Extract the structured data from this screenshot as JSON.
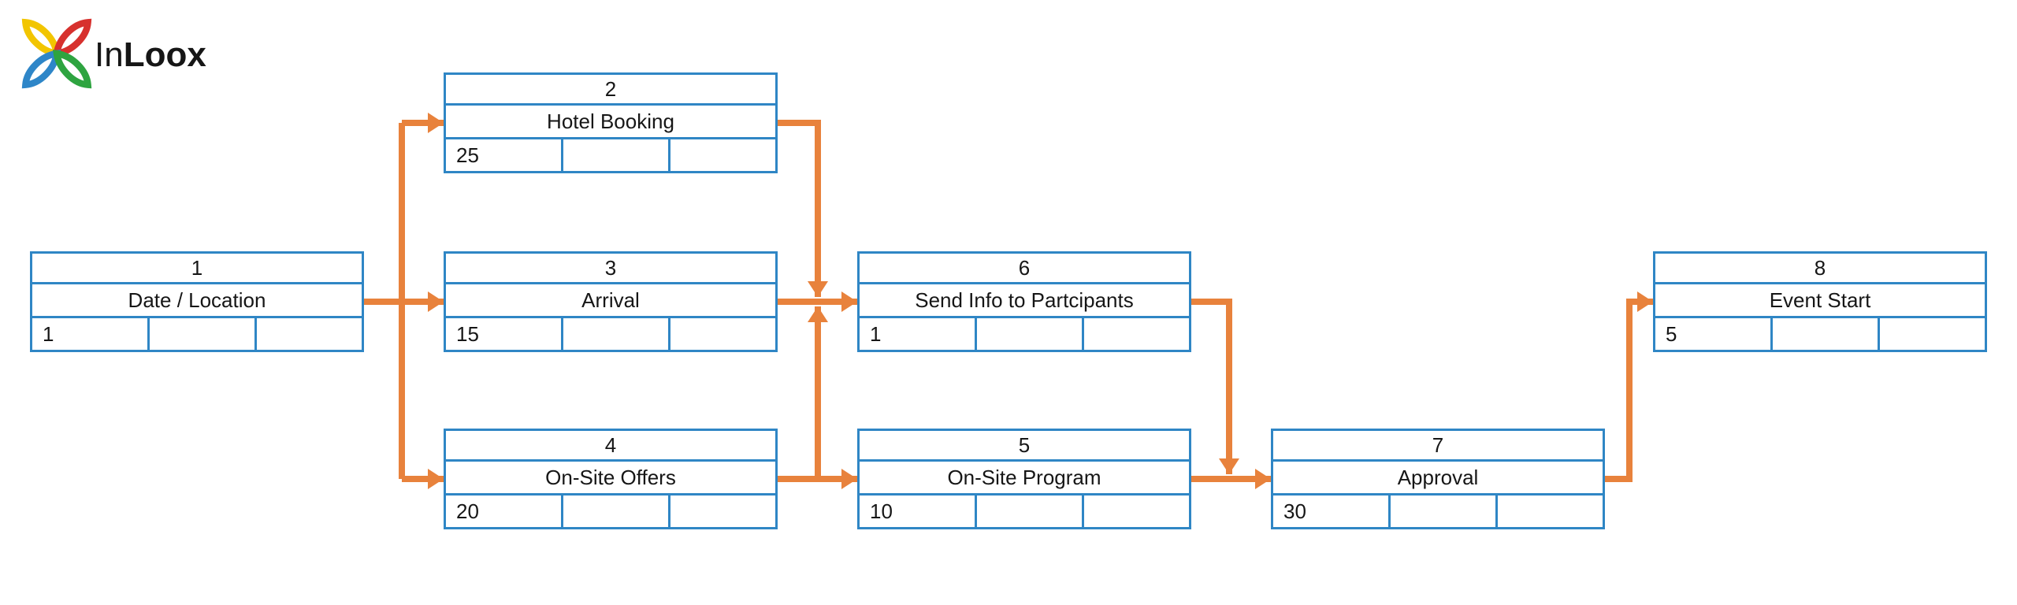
{
  "logo": {
    "brand_prefix": "In",
    "brand_suffix": "Loox",
    "icon": "flower-petals-icon",
    "petal_colors": {
      "top_left": "#F2C500",
      "top_right": "#D7312E",
      "bottom_left": "#2E86C8",
      "bottom_right": "#2EA440"
    }
  },
  "colors": {
    "node_border": "#2F86C5",
    "connector": "#E8823C",
    "text": "#161616",
    "background": "#FFFFFF"
  },
  "diagram": {
    "type": "project-network-diagram",
    "nodes": [
      {
        "id": "1",
        "name": "Date / Location",
        "duration": "1"
      },
      {
        "id": "2",
        "name": "Hotel Booking",
        "duration": "25"
      },
      {
        "id": "3",
        "name": "Arrival",
        "duration": "15"
      },
      {
        "id": "4",
        "name": "On-Site Offers",
        "duration": "20"
      },
      {
        "id": "5",
        "name": "On-Site Program",
        "duration": "10"
      },
      {
        "id": "6",
        "name": "Send Info to Partcipants",
        "duration": "1"
      },
      {
        "id": "7",
        "name": "Approval",
        "duration": "30"
      },
      {
        "id": "8",
        "name": "Event Start",
        "duration": "5"
      }
    ],
    "edges": [
      {
        "from": "1",
        "to": "2"
      },
      {
        "from": "1",
        "to": "3"
      },
      {
        "from": "1",
        "to": "4"
      },
      {
        "from": "2",
        "to": "6"
      },
      {
        "from": "3",
        "to": "6"
      },
      {
        "from": "4",
        "to": "5"
      },
      {
        "from": "4",
        "to": "6"
      },
      {
        "from": "5",
        "to": "7"
      },
      {
        "from": "6",
        "to": "7"
      },
      {
        "from": "7",
        "to": "8"
      }
    ]
  }
}
